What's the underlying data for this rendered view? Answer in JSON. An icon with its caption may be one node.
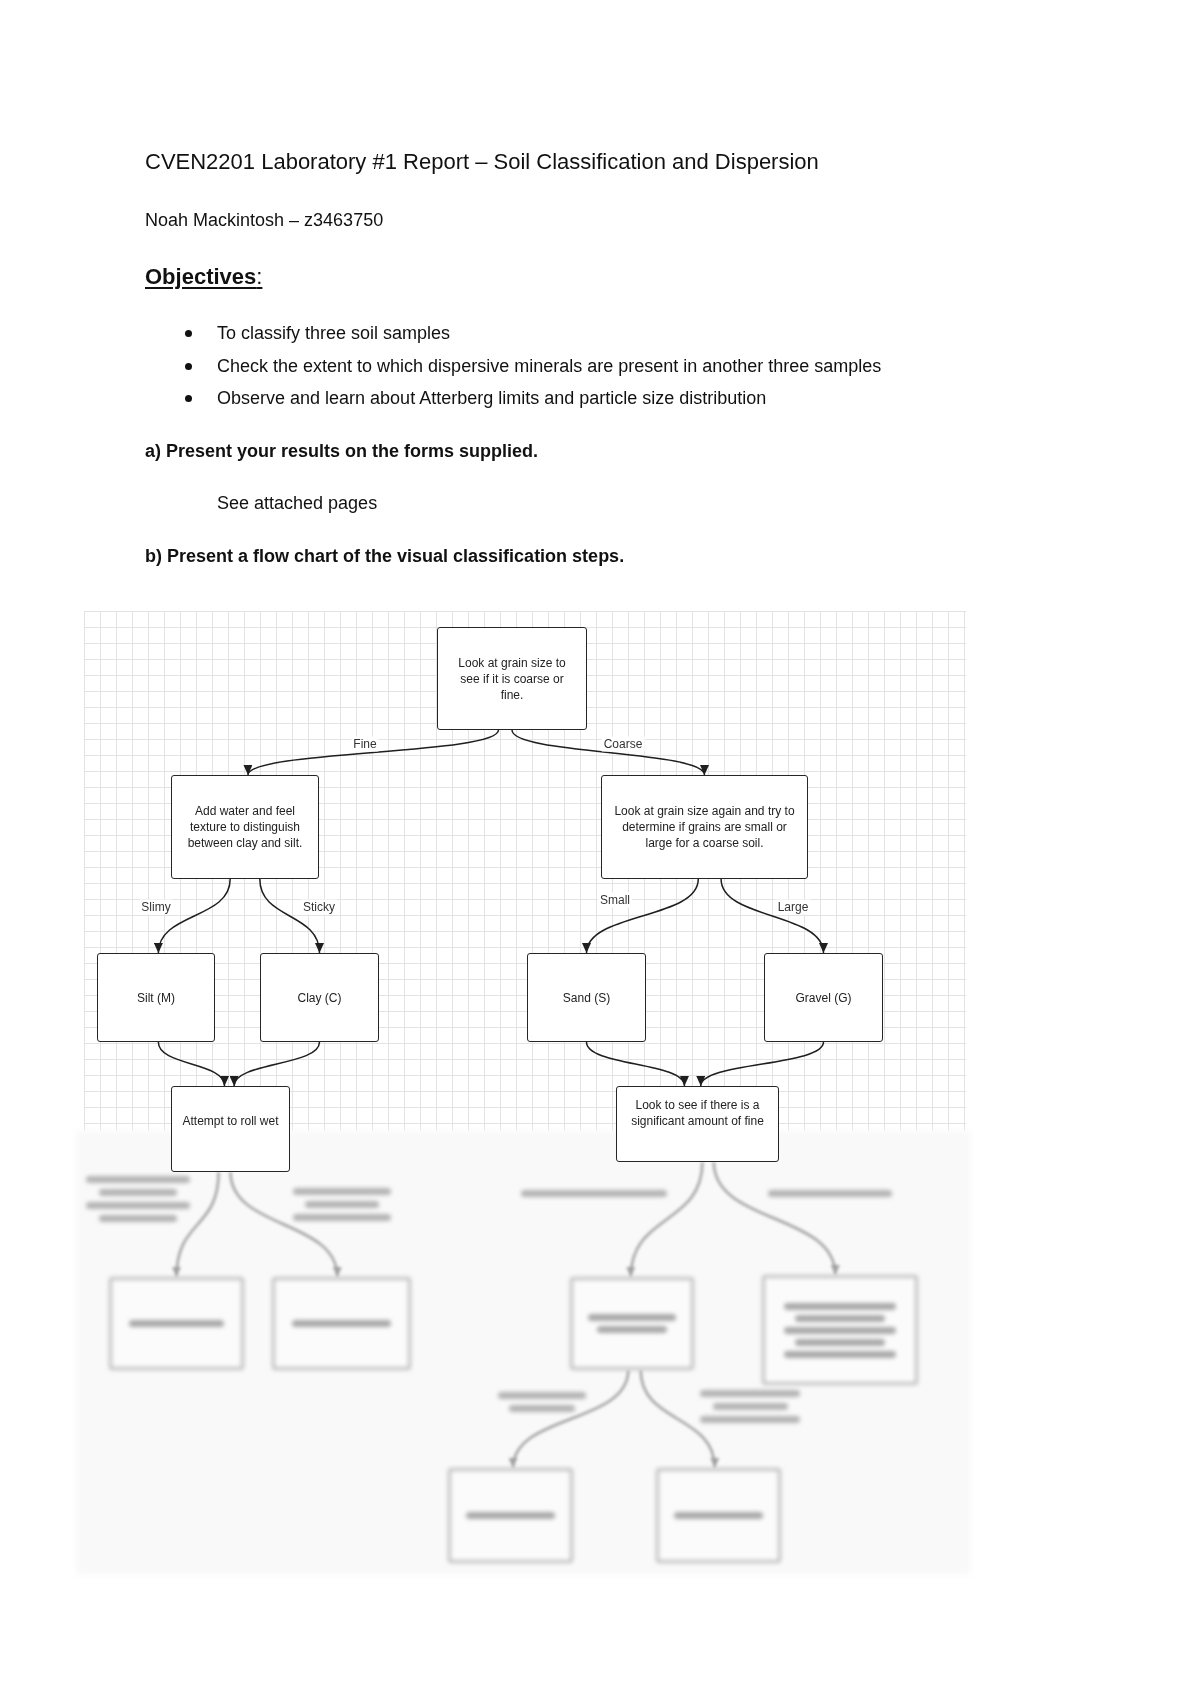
{
  "diagram": {
    "title": "CVEN2201 Laboratory #1 Report – Soil Classification and Dispersion",
    "nodes": [
      {
        "text": [
          "Look at grain size to see if it is coarse or fine."
        ]
      },
      {
        "text": [
          "Add water and feel texture to distinguish between clay and silt."
        ]
      },
      {
        "text": [
          "Look at grain size again and try to determine if grains are small or large for a coarse soil."
        ]
      },
      {
        "text": [
          "Silt (M)"
        ]
      },
      {
        "text": [
          "Clay (C)"
        ]
      },
      {
        "text": [
          "Sand (S)"
        ]
      },
      {
        "text": [
          "Gravel (G)"
        ]
      },
      {
        "text": [
          "Attempt to roll wet"
        ]
      },
      {
        "text": [
          "Look to see if there is a significant amount of fine"
        ]
      },
      {
        "text": [],
        "shape": "box"
      },
      {
        "text": [],
        "shape": "box"
      },
      {
        "text": [],
        "shape": "box"
      },
      {
        "text": [],
        "shape": "box"
      },
      {
        "text": [],
        "shape": "box"
      },
      {
        "text": [],
        "shape": "box"
      }
    ],
    "edges": [
      {
        "from": 0,
        "to": 1,
        "arrow": "to",
        "label": "Fine"
      },
      {
        "from": 0,
        "to": 2,
        "arrow": "to",
        "label": "Coarse"
      },
      {
        "from": 1,
        "to": 3,
        "arrow": "to",
        "label": "Slimy"
      },
      {
        "from": 1,
        "to": 4,
        "arrow": "to",
        "label": "Sticky"
      },
      {
        "from": 2,
        "to": 5,
        "arrow": "to",
        "label": "Small"
      },
      {
        "from": 2,
        "to": 6,
        "arrow": "to",
        "label": "Large"
      },
      {
        "from": 3,
        "to": 7,
        "arrow": "to"
      },
      {
        "from": 4,
        "to": 7,
        "arrow": "to"
      },
      {
        "from": 5,
        "to": 8,
        "arrow": "to"
      },
      {
        "from": 6,
        "to": 8,
        "arrow": "to"
      },
      {
        "from": 7,
        "to": 9,
        "arrow": "to",
        "color": "#a0a0a0"
      },
      {
        "from": 7,
        "to": 10,
        "arrow": "to",
        "color": "#a0a0a0"
      },
      {
        "from": 8,
        "to": 11,
        "arrow": "to",
        "color": "#a0a0a0"
      },
      {
        "from": 8,
        "to": 12,
        "arrow": "to",
        "color": "#a0a0a0"
      },
      {
        "from": 11,
        "to": 13,
        "arrow": "to",
        "color": "#a0a0a0"
      },
      {
        "from": 11,
        "to": 14,
        "arrow": "to",
        "color": "#a0a0a0"
      }
    ],
    "labels": [
      "Noah Mackintosh – z3463750",
      "**Objectives**:",
      "To classify three soil samples",
      "Check the extent to which dispersive minerals are present in another three samples",
      "Observe and learn about Atterberg limits and particle size distribution",
      "a) Present your results on the forms supplied.",
      "See attached pages",
      "b) Present a flow chart of the visual classification steps."
    ]
  }
}
